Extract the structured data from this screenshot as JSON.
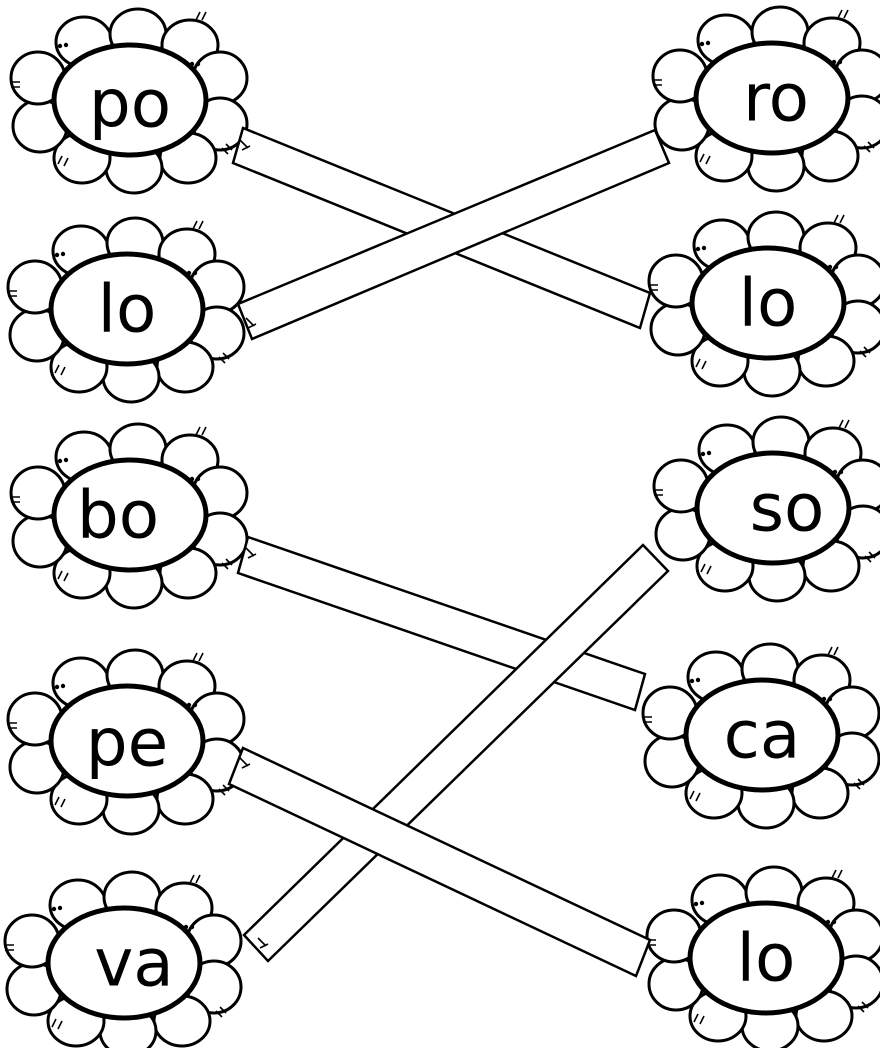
{
  "worksheet": {
    "left_syllables": [
      "po",
      "lo",
      "bo",
      "pe",
      "va"
    ],
    "right_syllables": [
      "ro",
      "lo",
      "so",
      "ca",
      "lo"
    ]
  }
}
